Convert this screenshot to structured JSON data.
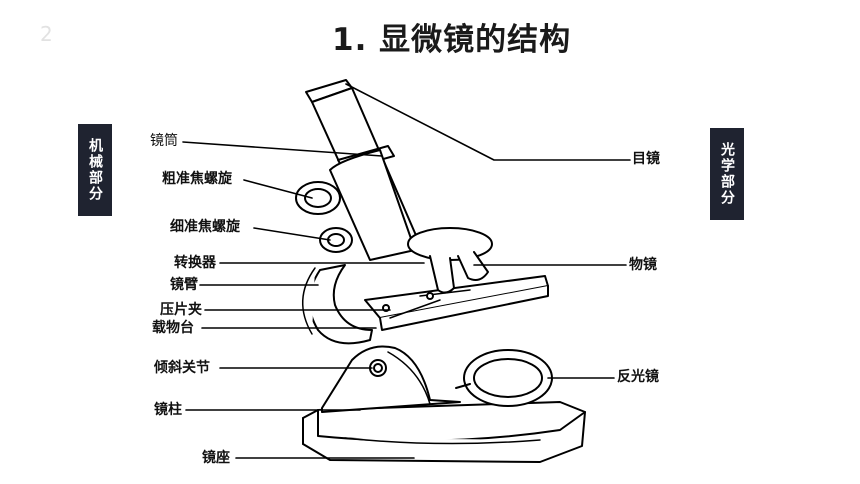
{
  "slide_number": "2",
  "title": "1. 显微镜的结构",
  "side_labels": {
    "left": "机械部分",
    "right": "光学部分"
  },
  "labels": {
    "eyepiece_tube": "镜筒",
    "coarse_focus": "粗准焦螺旋",
    "fine_focus": "细准焦螺旋",
    "nosepiece": "转换器",
    "arm": "镜臂",
    "clips": "压片夹",
    "stage": "载物台",
    "inclination_joint": "倾斜关节",
    "pillar": "镜柱",
    "base": "镜座",
    "eyepiece": "目镜",
    "objective": "物镜",
    "mirror": "反光镜"
  }
}
